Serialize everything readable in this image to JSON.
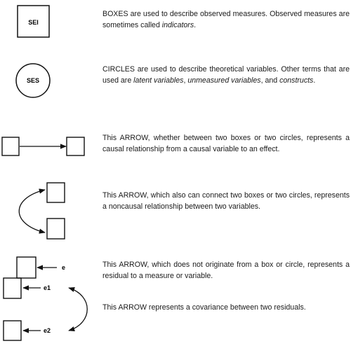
{
  "rows": [
    {
      "symbol_label": "SEI",
      "text_parts": [
        {
          "t": "BOXES are used to describe observed measures. Observed measures are sometimes called ",
          "i": false
        },
        {
          "t": "indicators",
          "i": true
        },
        {
          "t": ".",
          "i": false
        }
      ]
    },
    {
      "symbol_label": "SES",
      "text_parts": [
        {
          "t": "CIRCLES are used to describe theoretical variables. Other terms that are used are ",
          "i": false
        },
        {
          "t": "latent variables",
          "i": true
        },
        {
          "t": ", ",
          "i": false
        },
        {
          "t": "unmeasured variables",
          "i": true
        },
        {
          "t": ", and ",
          "i": false
        },
        {
          "t": "constructs",
          "i": true
        },
        {
          "t": ".",
          "i": false
        }
      ]
    },
    {
      "text_parts": [
        {
          "t": "This ARROW, whether between two boxes or two circles, represents a causal relationship from a causal variable to an effect.",
          "i": false
        }
      ]
    },
    {
      "text_parts": [
        {
          "t": "This ARROW, which also can connect two boxes or two circles, represents a noncausal relationship between two variables.",
          "i": false
        }
      ]
    },
    {
      "symbol_label": "e",
      "text_parts": [
        {
          "t": "This ARROW, which does not originate from a box or circle, represents a residual to a measure or variable.",
          "i": false
        }
      ]
    },
    {
      "symbol_labels": [
        "e1",
        "e2"
      ],
      "text_parts": [
        {
          "t": "This ARROW represents a covariance between two residuals.",
          "i": false
        }
      ]
    }
  ]
}
